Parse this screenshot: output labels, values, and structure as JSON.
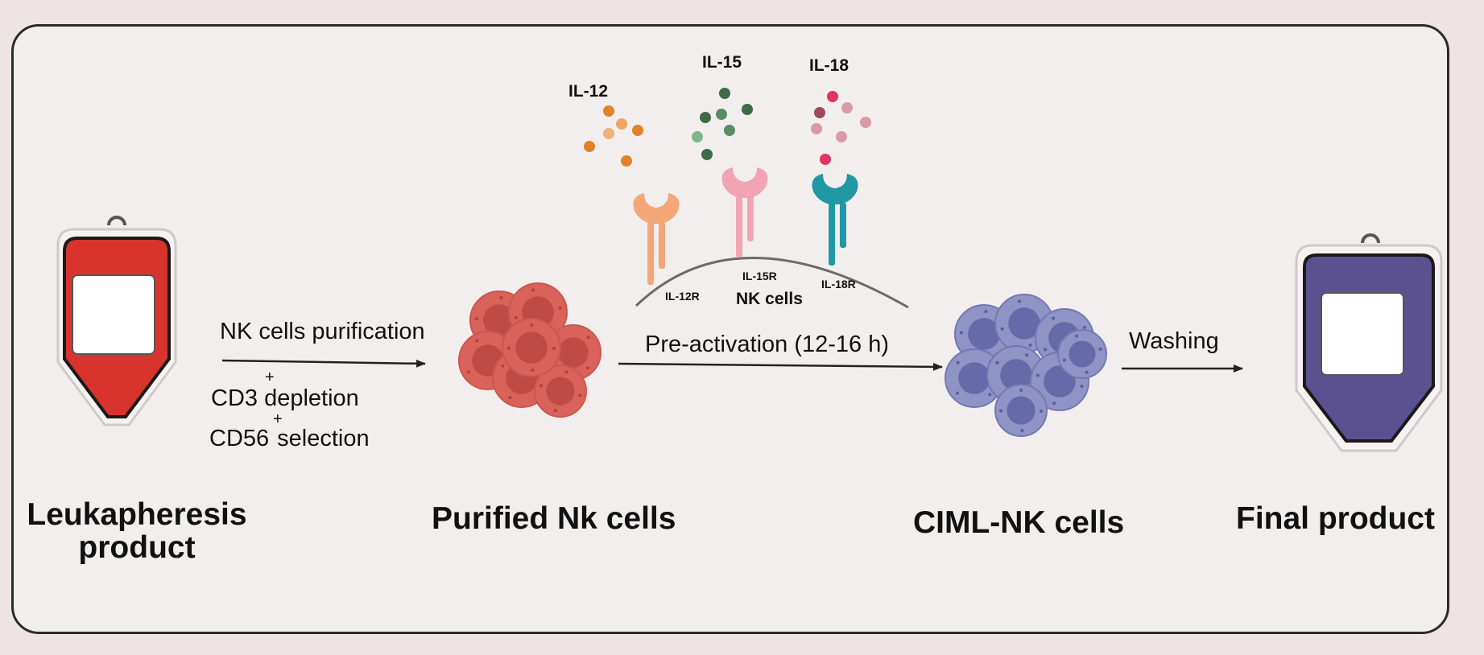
{
  "stages": {
    "leukapheresis": {
      "line1": "Leukapheresis",
      "line2": "product"
    },
    "purified": "Purified Nk cells",
    "ciml": "CIML-NK cells",
    "final": "Final product"
  },
  "steps": {
    "purification": "NK cells purification",
    "cd3": "CD3",
    "cd3_sup": "+",
    "depletion": " depletion",
    "cd56": "CD56",
    "cd56_sup": "+",
    "selection": "selection",
    "preactivation": "Pre-activation (12-16 h)",
    "washing": "Washing"
  },
  "cytokines": {
    "il12": "IL-12",
    "il15": "IL-15",
    "il18": "IL-18"
  },
  "receptors": {
    "il12r": "IL-12R",
    "il15r": "IL-15R",
    "il18r": "IL-18R"
  },
  "membrane_label": "NK cells",
  "colors": {
    "bag_red": "#d8332d",
    "bag_purple": "#5b5190",
    "red_cell": "#d9625a",
    "blue_cell": "#8f93c6",
    "il12": "#e2812a",
    "il15": "#3f6a47",
    "il18": "#c86b7d",
    "il12_receptor": "#f3a777",
    "il15_receptor": "#f2a3b4",
    "il18_receptor": "#1f98a3",
    "arrow": "#222222"
  }
}
